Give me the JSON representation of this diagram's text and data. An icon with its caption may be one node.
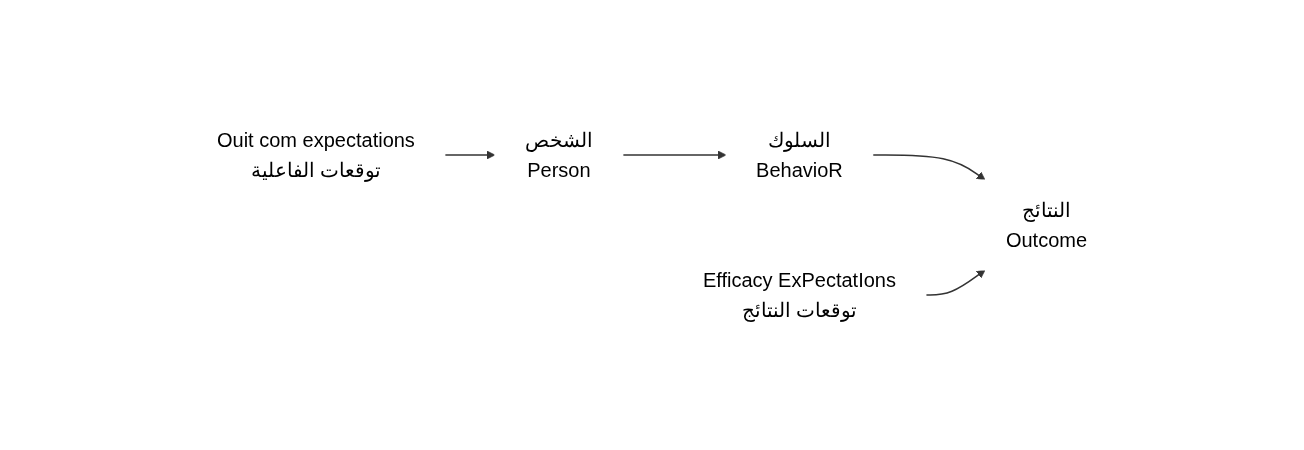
{
  "diagram": {
    "nodes": [
      {
        "text": [
          "الشخص",
          "Person"
        ]
      },
      {
        "text": [
          "السلوك",
          "BehavioR"
        ]
      },
      {
        "text": [
          "النتائج",
          "Outcome"
        ]
      },
      {
        "text": [
          "Ouit com expectations",
          "توقعات الفاعلية"
        ]
      },
      {
        "text": [
          "Efficacy ExPectatIons",
          "توقعات النتائج"
        ]
      }
    ],
    "edges": [
      {
        "from": 0,
        "to": 1,
        "arrow": "to"
      },
      {
        "from": 1,
        "to": 2,
        "arrow": "to"
      },
      {
        "from": 3,
        "to": 0,
        "arrow": "to"
      },
      {
        "from": 4,
        "to": 2,
        "arrow": "to"
      }
    ]
  }
}
